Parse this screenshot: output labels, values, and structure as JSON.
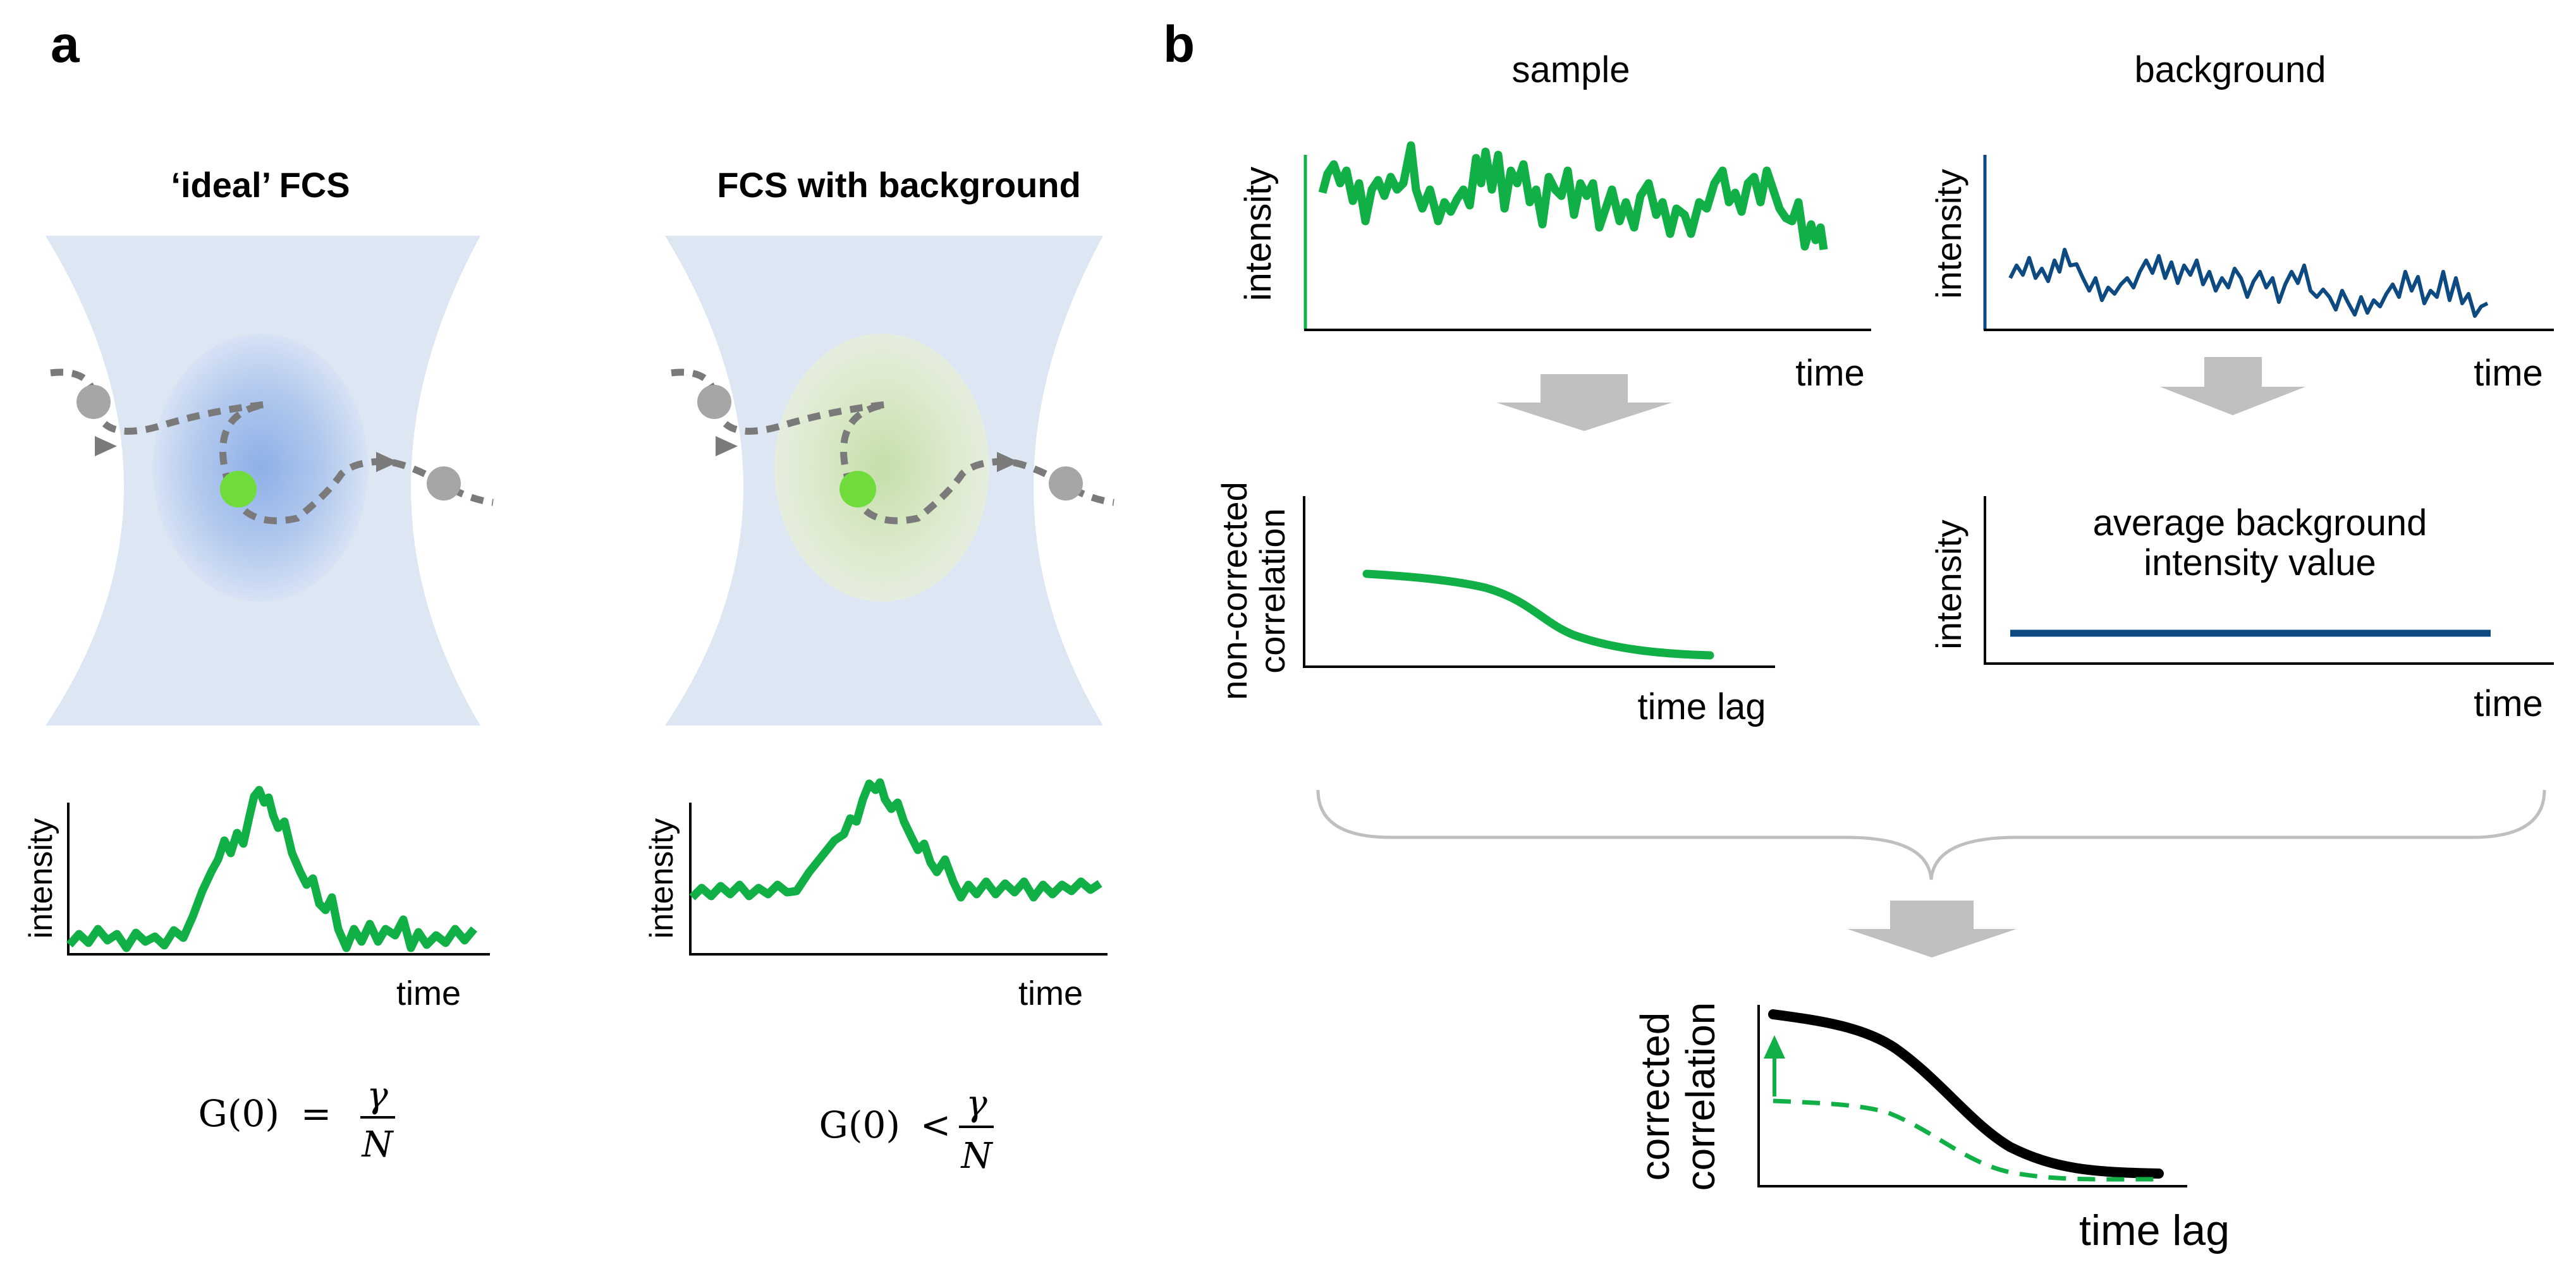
{
  "colors": {
    "green": "#11b047",
    "green_dot": "#6fdc3c",
    "navy": "#0d4a82",
    "gray_particle": "#a6a6a6",
    "gray_arrow": "#c0c0c0",
    "beam": "#dde7f3"
  },
  "panel_a": {
    "letter": "a",
    "ideal": {
      "title": "‘ideal’ FCS",
      "ylabel": "intensity",
      "xlabel": "time",
      "formula": {
        "lhs": "G(0)",
        "op": "=",
        "num": "γ",
        "den": "N"
      }
    },
    "background": {
      "title": "FCS with background",
      "ylabel": "intensity",
      "xlabel": "time",
      "formula": {
        "lhs": "G(0)",
        "op": "<",
        "num": "γ",
        "den": "N"
      }
    }
  },
  "panel_b": {
    "letter": "b",
    "sample": {
      "header": "sample",
      "trace_ylabel": "intensity",
      "trace_xlabel": "time",
      "corr_ylabel_1": "non-corrected",
      "corr_ylabel_2": "correlation",
      "corr_xlabel": "time lag"
    },
    "background": {
      "header": "background",
      "trace_ylabel": "intensity",
      "trace_xlabel": "time",
      "avg_ylabel": "intensity",
      "avg_xlabel": "time",
      "avg_text_1": "average background",
      "avg_text_2": "intensity value"
    },
    "corrected": {
      "ylabel_1": "corrected",
      "ylabel_2": "correlation",
      "xlabel": "time lag"
    }
  }
}
